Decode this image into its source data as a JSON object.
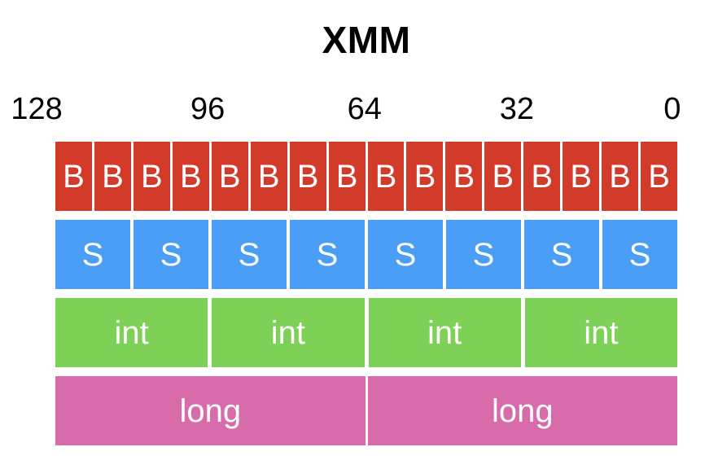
{
  "title": "XMM",
  "scale": {
    "labels": [
      "128",
      "96",
      "64",
      "32",
      "0"
    ]
  },
  "rows": [
    {
      "name": "byte-lane",
      "label": "B",
      "count": 16,
      "color": "#d23b2a"
    },
    {
      "name": "short-lane",
      "label": "S",
      "count": 8,
      "color": "#4a9ef5"
    },
    {
      "name": "int-lane",
      "label": "int",
      "count": 4,
      "color": "#7dd156"
    },
    {
      "name": "long-lane",
      "label": "long",
      "count": 2,
      "color": "#d86ba9"
    }
  ],
  "colors": {
    "byte": "#d23b2a",
    "short": "#4a9ef5",
    "int": "#7dd156",
    "long": "#d86ba9",
    "cell_text": "#ffffff",
    "label_text": "#000000",
    "background": "#ffffff"
  }
}
